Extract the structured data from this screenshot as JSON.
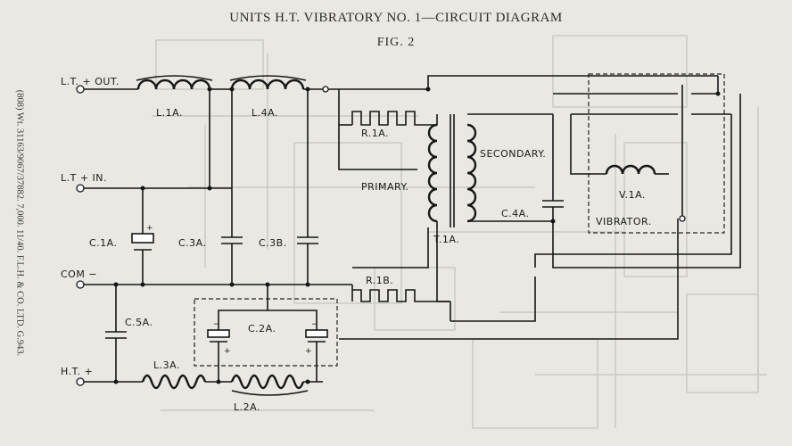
{
  "header": {
    "title": "UNITS H.T. VIBRATORY NO. 1—CIRCUIT DIAGRAM",
    "figure": "FIG. 2"
  },
  "side_note": "(808) Wt. 31163/9067/37882. 7,000. 11/40. F.L.H. & CO. LTD. G.943.",
  "terminals": {
    "lt_out": "L.T. + OUT.",
    "lt_in": "L.T + IN.",
    "com": "COM −",
    "ht": "H.T. +"
  },
  "components": {
    "l1a": "L.1A.",
    "l4a": "L.4A.",
    "l3a": "L.3A.",
    "l2a": "L.2A.",
    "c1a": "C.1A.",
    "c3a": "C.3A.",
    "c3b": "C.3B.",
    "c5a": "C.5A.",
    "c2a": "C.2A.",
    "c4a": "C.4A.",
    "r1a": "R.1A.",
    "r1b": "R.1B.",
    "primary": "PRIMARY.",
    "secondary": "SECONDARY.",
    "t1a": "T.1A.",
    "v1a": "V.1A.",
    "vibrator": "VIBRATOR."
  },
  "colors": {
    "ink": "#161616",
    "paper": "#e9e8e3",
    "ghost": "#c6c5bf"
  }
}
